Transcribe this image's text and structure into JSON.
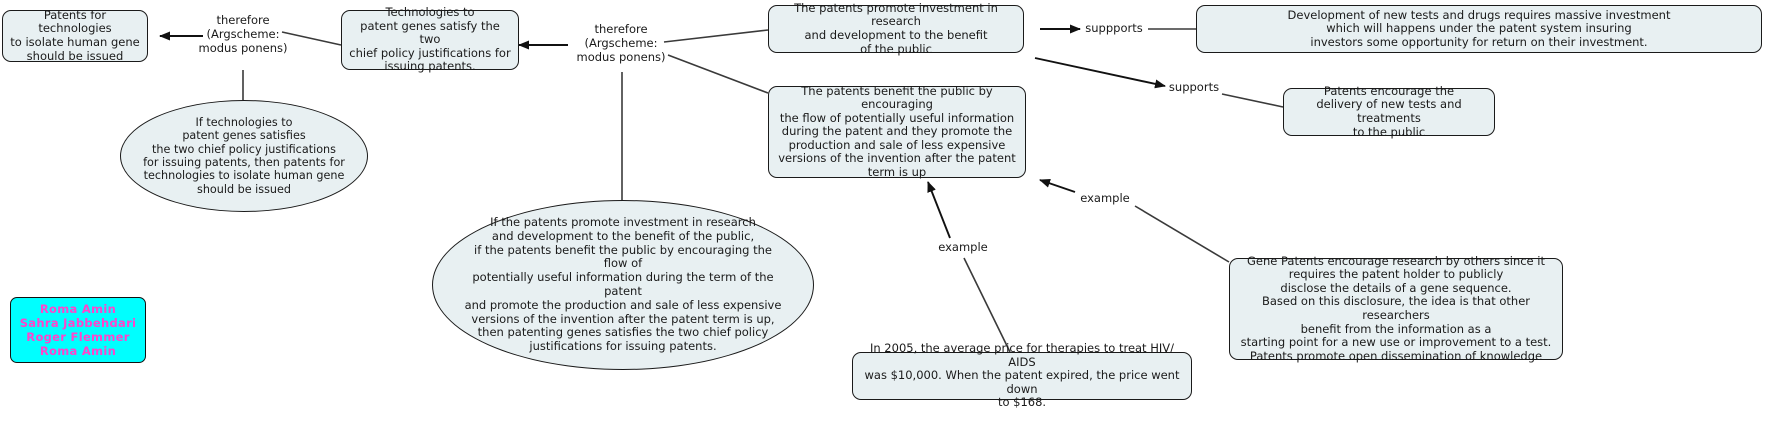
{
  "diagram": {
    "title": "Argument map: patents for technologies to isolate human genes",
    "background_color": "#ffffff",
    "node_fill": "#e8f0f2",
    "node_stroke": "#1a1a1a",
    "highlight_fill": "#00ffff",
    "highlight_text_color": "#ff44cc"
  },
  "nodes": [
    {
      "id": "conclusion",
      "shape": "rounded-rect",
      "text": "Patents for technologies\nto isolate human gene\nshould be issued"
    },
    {
      "id": "premise-technologies-satisfy",
      "shape": "rounded-rect",
      "text": "Technologies to\npatent genes satisfy the two\nchief policy justifications for\nissuing patents."
    },
    {
      "id": "conditional-genes",
      "shape": "ellipse",
      "text": "If technologies to\npatent genes satisfies\nthe two chief policy justifications\nfor issuing patents, then patents for\ntechnologies to isolate human gene\nshould be issued"
    },
    {
      "id": "premise-investment",
      "shape": "rounded-rect",
      "text": "The patents promote investment in research\nand development to the benefit\nof the public"
    },
    {
      "id": "premise-benefit-public",
      "shape": "rounded-rect",
      "text": "The patents benefit the public by encouraging\nthe flow of potentially useful information\nduring the patent and they promote the\nproduction and sale of less expensive\nversions of the invention after the patent\nterm is up"
    },
    {
      "id": "conditional-patents",
      "shape": "ellipse",
      "text": "If the patents promote investment in research\nand development to the benefit of the public,\nif the patents benefit the public by encouraging the flow of\npotentially useful information during the term of the patent\nand promote the production and sale of less expensive\nversions of the invention after the patent term is up,\nthen patenting genes satisfies the two chief policy\njustifications for issuing patents."
    },
    {
      "id": "evidence-development",
      "shape": "rounded-rect",
      "text": "Development of new tests and drugs requires massive investment\nwhich will happens under the patent system insuring\ninvestors some opportunity for return on their investment."
    },
    {
      "id": "evidence-delivery",
      "shape": "rounded-rect",
      "text": "Patents encourage the\ndelivery of new tests and treatments\nto the public"
    },
    {
      "id": "evidence-gene-patents",
      "shape": "rounded-rect",
      "text": "Gene Patents encourage research by others since it\nrequires the patent holder to publicly\ndisclose the details of a gene sequence.\nBased on this disclosure, the idea is that other researchers\nbenefit from the information as a\nstarting point for a new use or improvement to a test.\nPatents promote open dissemination of knowledge"
    },
    {
      "id": "evidence-hiv-price",
      "shape": "rounded-rect",
      "text": "In 2005, the average price for therapies to treat HIV/ AIDS\nwas $10,000. When the patent expired, the price went down\nto $168."
    }
  ],
  "edge_labels": [
    {
      "id": "therefore-left",
      "text": "therefore\n(Argscheme:\nmodus ponens)"
    },
    {
      "id": "therefore-right",
      "text": "therefore\n(Argscheme:\nmodus ponens)"
    },
    {
      "id": "suppports",
      "text": "suppports"
    },
    {
      "id": "supports",
      "text": "supports"
    },
    {
      "id": "example-right",
      "text": "example"
    },
    {
      "id": "example-bottom",
      "text": "example"
    }
  ],
  "authors_box": {
    "text": "Roma Amin\nSahra Jabbehdari\nRoger Flemmer\nRoma Amin"
  }
}
